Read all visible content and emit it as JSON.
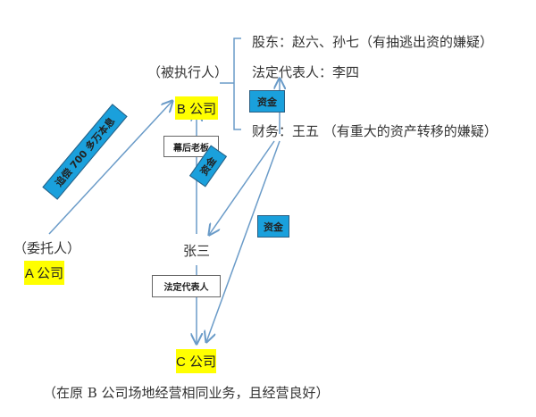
{
  "colors": {
    "highlight": "#ffff00",
    "label_blue": "#1aa0dc",
    "arrow": "#6a9bc8"
  },
  "b_company": {
    "role": "（被执行人）",
    "name": "B 公司"
  },
  "a_company": {
    "role": "（委托人）",
    "name": "A 公司"
  },
  "c_company": {
    "name": "C 公司",
    "note": "（在原 B 公司场地经营相同业务，且经营良好）"
  },
  "zhang_san": "张三",
  "b_members": {
    "shareholders": "股东：赵六、孙七（有抽逃出资的嫌疑）",
    "legal_rep": "法定代表人：李四",
    "finance": "财务：王五 （有重大的资产转移的嫌疑）"
  },
  "edge_labels": {
    "claim": "追偿 700 多万本息",
    "behind_boss": "幕后老板",
    "funds_1": "资金",
    "funds_2": "资金",
    "funds_3": "资金",
    "legal_rep": "法定代表人"
  }
}
